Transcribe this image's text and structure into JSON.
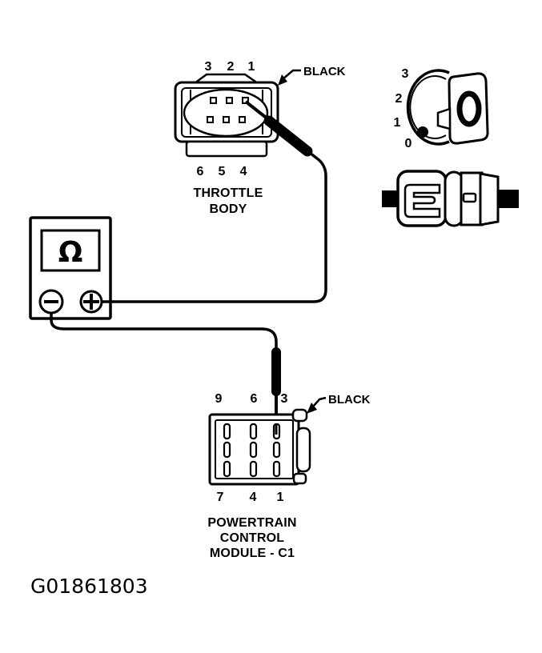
{
  "figure_id": "G01861803",
  "colors": {
    "background": "#ffffff",
    "ink": "#000000"
  },
  "throttle_body": {
    "name_line1": "THROTTLE",
    "name_line2": "BODY",
    "connector_color_label": "BLACK",
    "pin_numbers_top": [
      "3",
      "2",
      "1"
    ],
    "pin_numbers_bottom": [
      "6",
      "5",
      "4"
    ]
  },
  "ignition_switch": {
    "position_labels": [
      "3",
      "2",
      "1",
      "0"
    ]
  },
  "ohmmeter": {
    "display_symbol": "Ω",
    "negative_terminal_icon": "minus-in-circle",
    "positive_terminal_icon": "plus-in-circle"
  },
  "inline_connector": {
    "wire_color": "#000000"
  },
  "pcm": {
    "name_line1": "POWERTRAIN",
    "name_line2": "CONTROL",
    "name_line3": "MODULE - C1",
    "connector_color_label": "BLACK",
    "pin_numbers_top": [
      "9",
      "6",
      "3"
    ],
    "pin_numbers_bottom": [
      "7",
      "4",
      "1"
    ]
  }
}
